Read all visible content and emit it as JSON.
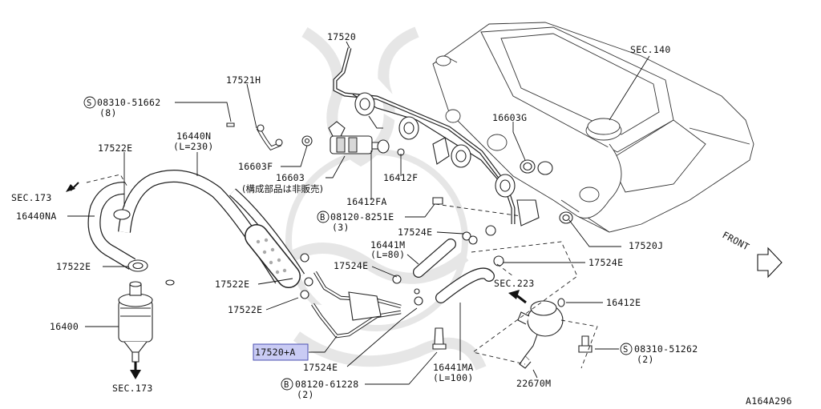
{
  "labels": {
    "p17520": "17520",
    "sec140": "SEC.140",
    "p17521h": "17521H",
    "s08310_51662": "08310-51662",
    "s08310_51662_qty": "(8)",
    "p16440n": "16440N",
    "p16440n_len": "(L=230)",
    "p17522e_top": "17522E",
    "p16603g": "16603G",
    "p16603f": "16603F",
    "p16603": "16603",
    "p16603_note": "(構成部品は非販売)",
    "p16412f": "16412F",
    "p16412fa": "16412FA",
    "sec173_left": "SEC.173",
    "p16440na": "16440NA",
    "b08120_8251e": "08120-8251E",
    "b08120_8251e_qty": "(3)",
    "p17524e_a": "17524E",
    "p16441m": "16441M",
    "p16441m_len": "(L=80)",
    "p17520j": "17520J",
    "front": "FRONT",
    "p17522e_mid": "17522E",
    "p17524e_b": "17524E",
    "p17524e_c": "17524E",
    "sec223": "SEC.223",
    "p17522e_low1": "17522E",
    "p17522e_low2": "17522E",
    "p16412e": "16412E",
    "p16400": "16400",
    "p17520_a": "17520+A",
    "s08310_51262": "08310-51262",
    "s08310_51262_qty": "(2)",
    "p17524e_d": "17524E",
    "p16441ma": "16441MA",
    "p16441ma_len": "(L=100)",
    "p22670m": "22670M",
    "sec173_bottom": "SEC.173",
    "b08120_61228": "08120-61228",
    "b08120_61228_qty": "(2)",
    "diagram_code": "A164A296"
  },
  "symbols": {
    "screw_symbol": "S",
    "bolt_symbol": "B"
  },
  "colors": {
    "highlight_fill": "#c9cbf4",
    "highlight_stroke": "#4a4fb0",
    "line": "#111111"
  }
}
